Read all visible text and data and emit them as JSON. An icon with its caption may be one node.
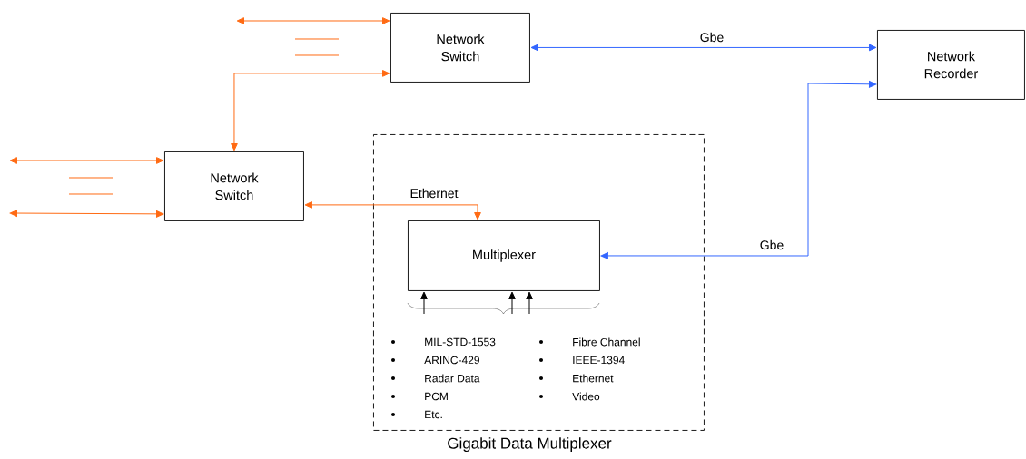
{
  "diagram": {
    "nodes": [
      {
        "text": [
          "Network Switch"
        ]
      },
      {
        "text": [
          "Network Recorder"
        ]
      },
      {
        "text": [
          "Network Switch"
        ]
      },
      {
        "text": [
          "Gigabit Data Multiplexer"
        ]
      },
      {
        "text": [
          "Multiplexer"
        ],
        "in": 3
      }
    ],
    "edges": [
      {
        "from": null,
        "to": 0,
        "arrow": "both"
      },
      {
        "from": 0,
        "to": 2,
        "arrow": "both"
      },
      {
        "from": null,
        "to": 2,
        "arrow": "both"
      },
      {
        "from": null,
        "to": 2,
        "arrow": "both"
      },
      {
        "from": 2,
        "to": 4,
        "arrow": "both",
        "label": "Ethernet"
      },
      {
        "from": 0,
        "to": 1,
        "arrow": "both",
        "label": "Gbe",
        "color": "#3366ff"
      },
      {
        "from": 1,
        "to": 4,
        "arrow": "both",
        "label": "Gbe",
        "color": "#3366ff"
      },
      {
        "from": null,
        "to": 4,
        "arrow": "to",
        "color": "#000000"
      },
      {
        "from": null,
        "to": 4,
        "arrow": "to",
        "color": "#000000"
      },
      {
        "from": null,
        "to": 4,
        "arrow": "to",
        "color": "#000000"
      }
    ],
    "labels": [
      "MIL-STD-1553",
      "Fibre Channel",
      "ARINC-429",
      "IEEE-1394",
      "Radar Data",
      "Ethernet",
      "PCM",
      "Video",
      "Etc."
    ]
  }
}
